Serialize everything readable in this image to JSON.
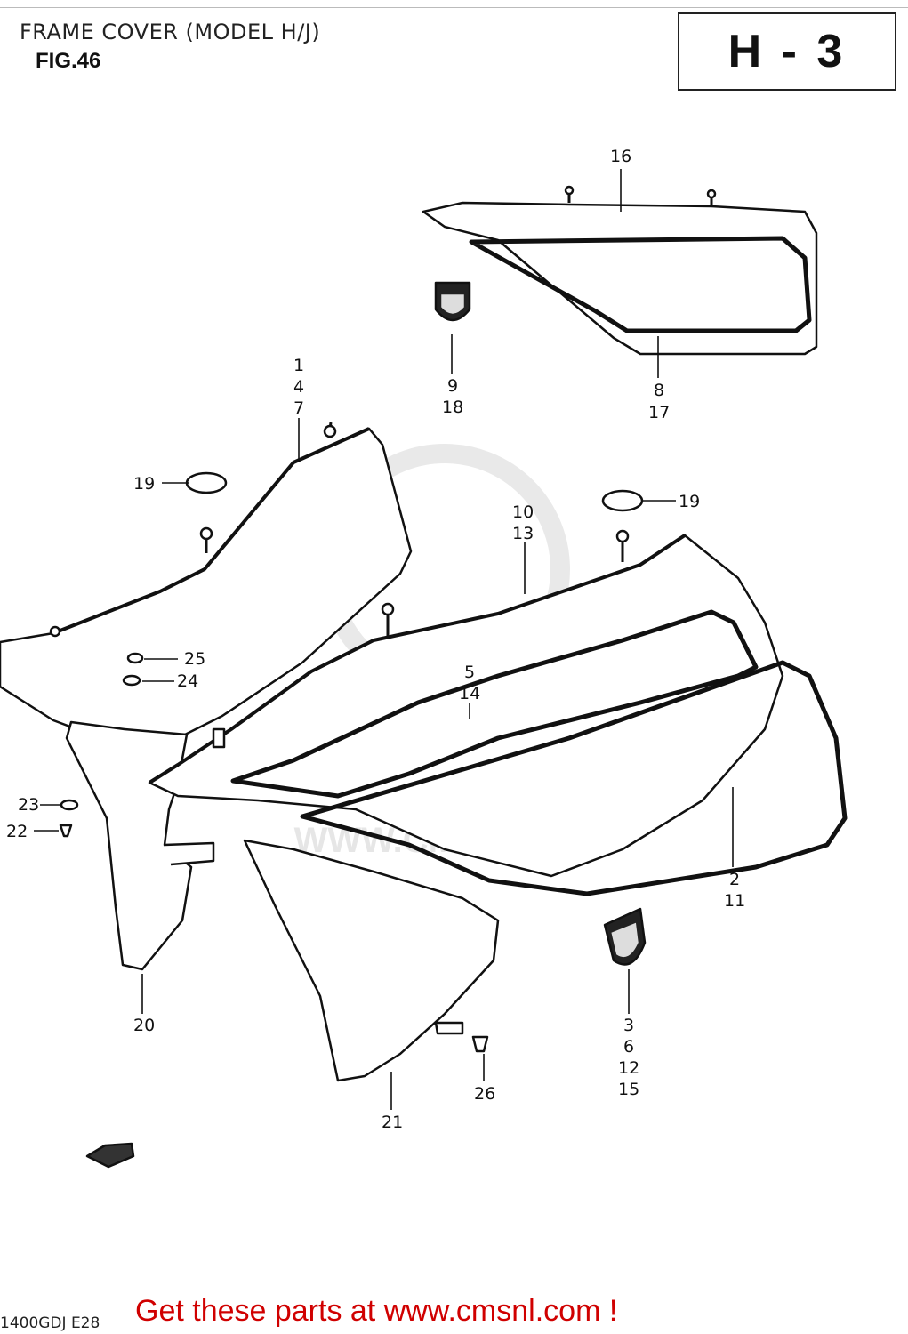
{
  "header": {
    "title": "FRAME COVER (MODEL H/J)",
    "figure": "FIG.46",
    "section_code": "H - 3"
  },
  "watermark": {
    "brand": "CMS",
    "url": "WWW.CMSNL.COM"
  },
  "callouts": {
    "c16": [
      "16"
    ],
    "c9": [
      "9",
      "18"
    ],
    "c8": [
      "8",
      "17"
    ],
    "c1": [
      "1",
      "4",
      "7"
    ],
    "c19a": [
      "19"
    ],
    "c19b": [
      "19"
    ],
    "c10": [
      "10",
      "13"
    ],
    "c25": [
      "25"
    ],
    "c24": [
      "24"
    ],
    "c5": [
      "5",
      "14"
    ],
    "c23": [
      "23"
    ],
    "c22": [
      "22"
    ],
    "c2": [
      "2",
      "11"
    ],
    "c20": [
      "20"
    ],
    "c3": [
      "3",
      "6",
      "12",
      "15"
    ],
    "c26": [
      "26"
    ],
    "c21": [
      "21"
    ]
  },
  "footer": {
    "cta": "Get these parts at www.cmsnl.com !",
    "model_code": "1400GDJ E28"
  },
  "colors": {
    "cta": "#d00000",
    "line": "#111111",
    "watermark": "#e6e6e6"
  }
}
